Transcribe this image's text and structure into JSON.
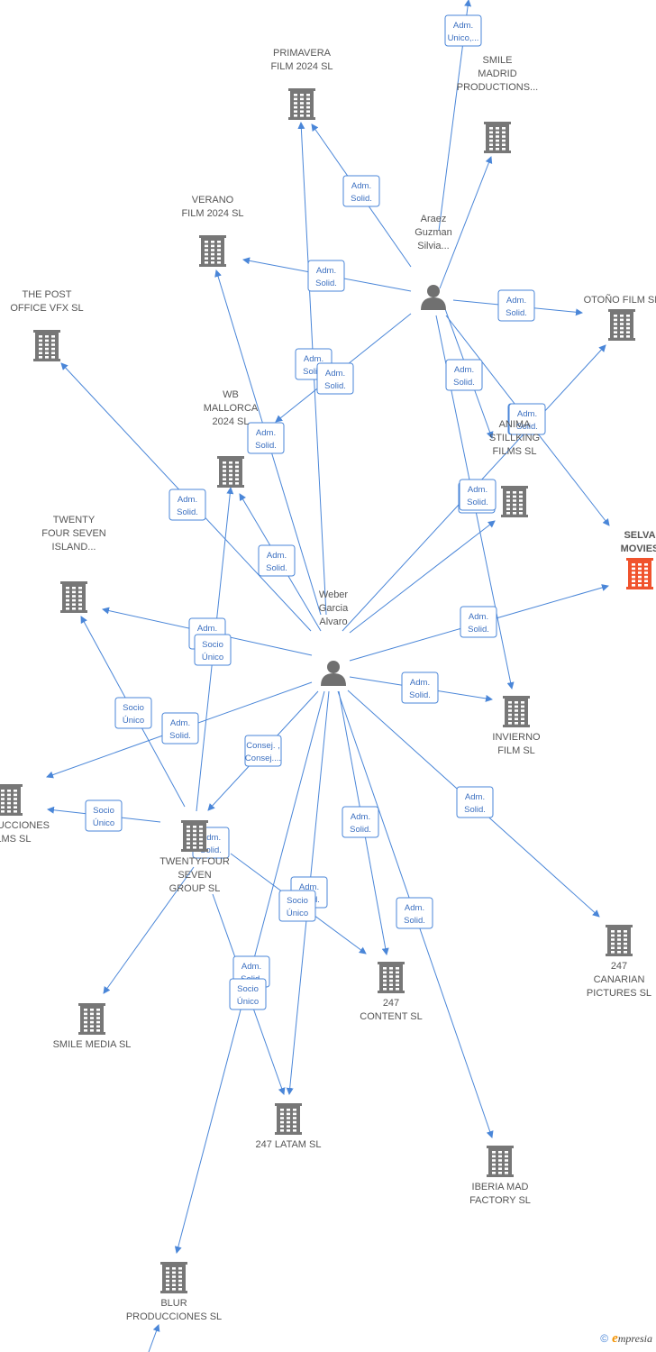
{
  "colors": {
    "edge": "#4a86d8",
    "company_icon": "#777777",
    "company_icon_highlight": "#f0532d",
    "person_icon": "#707070"
  },
  "nodes": [
    {
      "id": "primavera",
      "type": "company",
      "lines": [
        "PRIMAVERA",
        "FILM 2024  SL"
      ]
    },
    {
      "id": "smile_madrid",
      "type": "company",
      "lines": [
        "SMILE",
        "MADRID",
        "PRODUCTIONS..."
      ]
    },
    {
      "id": "verano",
      "type": "company",
      "lines": [
        "VERANO",
        "FILM 2024  SL"
      ]
    },
    {
      "id": "thepost",
      "type": "company",
      "lines": [
        "THE POST",
        "OFFICE VFX  SL"
      ]
    },
    {
      "id": "otono",
      "type": "company",
      "lines": [
        "OTOÑO FILM  SL"
      ]
    },
    {
      "id": "wb",
      "type": "company",
      "lines": [
        "WB",
        "MALLORCA",
        "2024  SL"
      ]
    },
    {
      "id": "anima",
      "type": "company",
      "lines": [
        "ANIMA",
        "STILLKING",
        "FILMS  SL"
      ]
    },
    {
      "id": "selva",
      "type": "company",
      "highlight": true,
      "lines": [
        "SELVA",
        "MOVIES"
      ]
    },
    {
      "id": "twenty_island",
      "type": "company",
      "lines": [
        "TWENTY",
        "FOUR SEVEN",
        "ISLAND..."
      ]
    },
    {
      "id": "invierno",
      "type": "company",
      "lines": [
        "INVIERNO",
        "FILM  SL"
      ]
    },
    {
      "id": "producciones_films",
      "type": "company",
      "lines": [
        "PRODUCCIONES",
        "FILMS SL"
      ]
    },
    {
      "id": "twentyfour_group",
      "type": "company",
      "lines": [
        "TWENTYFOUR",
        "SEVEN",
        "GROUP  SL"
      ]
    },
    {
      "id": "c247_canarian",
      "type": "company",
      "lines": [
        "247",
        "CANARIAN",
        "PICTURES  SL"
      ]
    },
    {
      "id": "smile_media",
      "type": "company",
      "lines": [
        "SMILE MEDIA SL"
      ]
    },
    {
      "id": "c247_content",
      "type": "company",
      "lines": [
        "247",
        "CONTENT  SL"
      ]
    },
    {
      "id": "c247_latam",
      "type": "company",
      "lines": [
        "247 LATAM  SL"
      ]
    },
    {
      "id": "iberia",
      "type": "company",
      "lines": [
        "IBERIA MAD",
        "FACTORY  SL"
      ]
    },
    {
      "id": "blur",
      "type": "company",
      "lines": [
        "BLUR",
        "PRODUCCIONES SL"
      ]
    },
    {
      "id": "araez",
      "type": "person",
      "lines": [
        "Araez",
        "Guzman",
        "Silvia..."
      ]
    },
    {
      "id": "weber",
      "type": "person",
      "lines": [
        "Weber",
        "Garcia",
        "Alvaro"
      ]
    }
  ],
  "edges": [
    {
      "from": "araez",
      "to": "top_offscreen",
      "label": [
        "Adm.",
        "Unico,..."
      ]
    },
    {
      "from": "araez",
      "to": "primavera",
      "label": [
        "Adm.",
        "Solid."
      ]
    },
    {
      "from": "araez",
      "to": "smile_madrid",
      "label": []
    },
    {
      "from": "araez",
      "to": "verano",
      "label": [
        "Adm.",
        "Solid."
      ]
    },
    {
      "from": "araez",
      "to": "otono",
      "label": [
        "Adm.",
        "Solid."
      ]
    },
    {
      "from": "araez",
      "to": "wb",
      "label": [
        "Adm.",
        "Solid."
      ]
    },
    {
      "from": "araez",
      "to": "anima",
      "label": [
        "Adm.",
        "Solid."
      ]
    },
    {
      "from": "araez",
      "to": "selva",
      "label": [
        "Adm.",
        "Solid."
      ]
    },
    {
      "from": "araez",
      "to": "invierno",
      "label": [
        "Adm.",
        "Solid."
      ]
    },
    {
      "from": "weber",
      "to": "primavera",
      "label": [
        "Adm.",
        "Solid."
      ]
    },
    {
      "from": "weber",
      "to": "verano",
      "label": [
        "Adm.",
        "Solid."
      ]
    },
    {
      "from": "weber",
      "to": "thepost",
      "label": [
        "Adm.",
        "Solid."
      ]
    },
    {
      "from": "weber",
      "to": "wb",
      "label": [
        "Adm.",
        "Solid."
      ]
    },
    {
      "from": "weber",
      "to": "otono",
      "label": [
        "Adm.",
        "Solid."
      ]
    },
    {
      "from": "weber",
      "to": "anima",
      "label": [
        "Adm.",
        "Solid."
      ]
    },
    {
      "from": "weber",
      "to": "selva",
      "label": [
        "Adm.",
        "Solid."
      ]
    },
    {
      "from": "weber",
      "to": "twenty_island",
      "label": [
        "Adm.",
        "Solid."
      ]
    },
    {
      "from": "weber",
      "to": "invierno",
      "label": [
        "Adm.",
        "Solid."
      ]
    },
    {
      "from": "weber",
      "to": "producciones_films",
      "label": [
        "Adm.",
        "Solid."
      ]
    },
    {
      "from": "weber",
      "to": "twentyfour_group",
      "label": [
        "Consej. ,",
        "Consej...."
      ]
    },
    {
      "from": "weber",
      "to": "c247_canarian",
      "label": [
        "Adm.",
        "Solid."
      ]
    },
    {
      "from": "weber",
      "to": "c247_content",
      "label": [
        "Adm.",
        "Solid."
      ]
    },
    {
      "from": "weber",
      "to": "c247_latam",
      "label": [
        "Adm.",
        "Solid."
      ]
    },
    {
      "from": "weber",
      "to": "iberia",
      "label": [
        "Adm.",
        "Solid."
      ]
    },
    {
      "from": "weber",
      "to": "blur",
      "label": [
        "Adm.",
        "Solid."
      ]
    },
    {
      "from": "twentyfour_group",
      "to": "twenty_island",
      "label": [
        "Socio",
        "Único"
      ]
    },
    {
      "from": "twentyfour_group",
      "to": "wb",
      "label": [
        "Socio",
        "Único"
      ]
    },
    {
      "from": "twentyfour_group",
      "to": "producciones_films",
      "label": [
        "Socio",
        "Único"
      ]
    },
    {
      "from": "twentyfour_group",
      "to": "c247_content",
      "label": [
        "Socio",
        "Único"
      ]
    },
    {
      "from": "twentyfour_group",
      "to": "c247_latam",
      "label": [
        "Socio",
        "Único"
      ]
    },
    {
      "from": "twentyfour_group",
      "to": "smile_media",
      "label": [
        "Adm.",
        "Solid."
      ]
    },
    {
      "from": "blur_offscreen",
      "to": "blur",
      "label": []
    }
  ],
  "footer": {
    "copyright": "©",
    "brand_initial": "e",
    "brand_rest": "mpresia"
  }
}
